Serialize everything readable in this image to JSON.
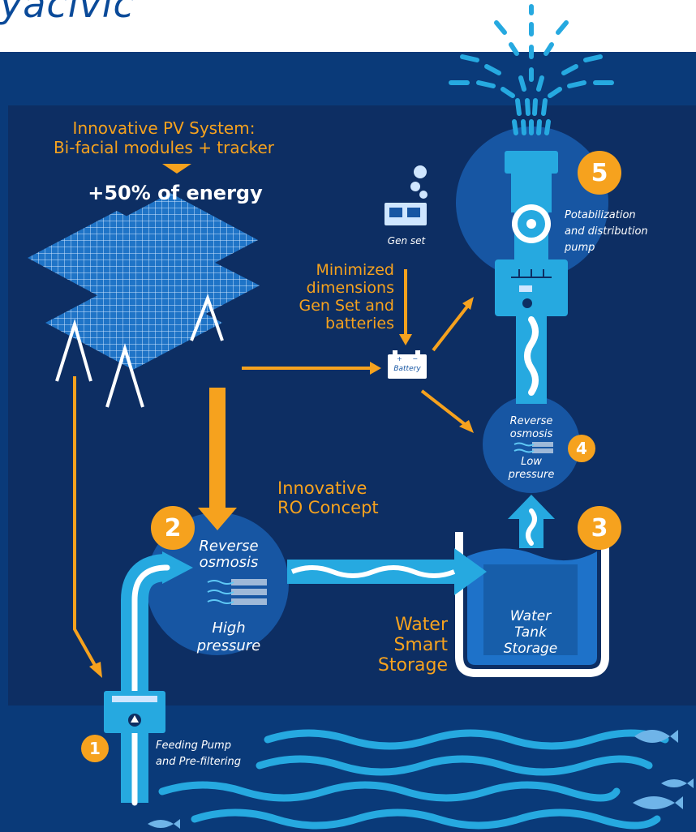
{
  "brand": {
    "title": "yacivic"
  },
  "pv": {
    "heading_line1": "Innovative PV System:",
    "heading_line2": "Bi-facial modules + tracker",
    "energy_gain": "+50% of energy"
  },
  "genset": {
    "label": "Gen set",
    "note_lines": [
      "Minimized",
      "dimensions",
      "Gen Set and",
      "batteries"
    ]
  },
  "battery": {
    "label": "Battery",
    "plus": "+",
    "minus": "−"
  },
  "ro_concept": {
    "line1": "Innovative",
    "line2": "RO Concept"
  },
  "smart_storage": {
    "lines": [
      "Water",
      "Smart",
      "Storage"
    ]
  },
  "steps": [
    {
      "number": "1",
      "lines": [
        "Feeding Pump",
        "and Pre-filtering"
      ]
    },
    {
      "number": "2",
      "lines": [
        "Reverse",
        "osmosis"
      ],
      "sub_lines": [
        "High",
        "pressure"
      ]
    },
    {
      "number": "3",
      "lines": [
        "Water",
        "Tank",
        "Storage"
      ]
    },
    {
      "number": "4",
      "lines": [
        "Reverse",
        "osmosis"
      ],
      "sub_lines": [
        "Low",
        "pressure"
      ]
    },
    {
      "number": "5",
      "lines": [
        "Potabilization",
        "and distribution",
        "pump"
      ]
    }
  ],
  "colors": {
    "navy": "#0a3a79",
    "panel": "#0d2e63",
    "circle": "#1756a3",
    "water": "#26a9e0",
    "accent": "#f6a21e"
  }
}
